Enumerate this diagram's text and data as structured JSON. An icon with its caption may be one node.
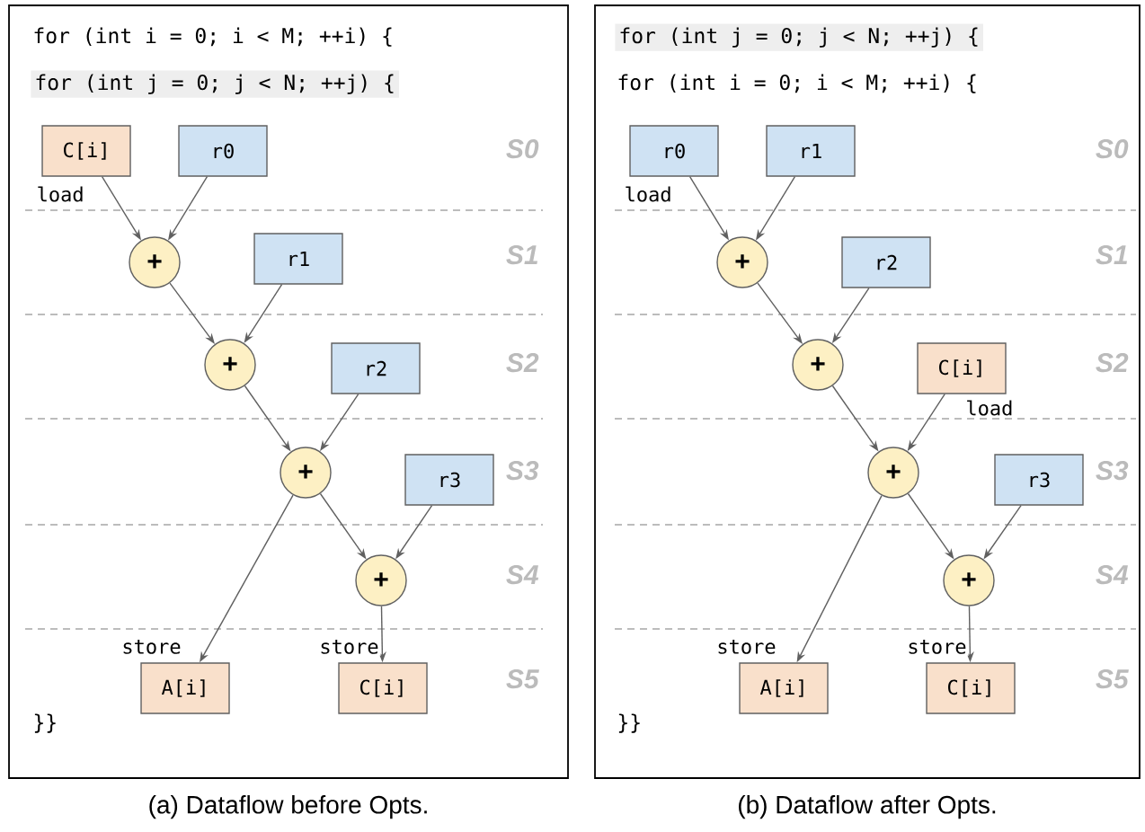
{
  "diagram": {
    "nodes": [
      {
        "text": [],
        "shape": "box",
        "beside": [
          "(a) Dataflow before Opts."
        ]
      },
      {
        "text": [
          "C[i]"
        ],
        "in": 0
      },
      {
        "text": [
          "r0"
        ],
        "in": 0
      },
      {
        "text": [
          "+"
        ],
        "in": 0
      },
      {
        "text": [
          "r1"
        ],
        "in": 0
      },
      {
        "text": [
          "+"
        ],
        "in": 0
      },
      {
        "text": [
          "r2"
        ],
        "in": 0
      },
      {
        "text": [
          "+"
        ],
        "in": 0
      },
      {
        "text": [
          "r3"
        ],
        "in": 0
      },
      {
        "text": [
          "+"
        ],
        "in": 0
      },
      {
        "text": [
          "A[i]"
        ],
        "in": 0
      },
      {
        "text": [
          "C[i]"
        ],
        "in": 0
      },
      {
        "text": [],
        "shape": "box",
        "beside": [
          "(b) Dataflow after Opts."
        ]
      },
      {
        "text": [
          "r0"
        ],
        "in": 12
      },
      {
        "text": [
          "r1"
        ],
        "in": 12
      },
      {
        "text": [
          "+"
        ],
        "in": 12
      },
      {
        "text": [
          "r2"
        ],
        "in": 12
      },
      {
        "text": [
          "+"
        ],
        "in": 12
      },
      {
        "text": [
          "C[i]"
        ],
        "in": 12
      },
      {
        "text": [
          "+"
        ],
        "in": 12
      },
      {
        "text": [
          "r3"
        ],
        "in": 12
      },
      {
        "text": [
          "+"
        ],
        "in": 12
      },
      {
        "text": [
          "A[i]"
        ],
        "in": 12
      },
      {
        "text": [
          "C[i]"
        ],
        "in": 12
      }
    ],
    "edges": [
      {
        "from": 1,
        "to": 3,
        "arrow": "to",
        "label": "load"
      },
      {
        "from": 2,
        "to": 3,
        "arrow": "to"
      },
      {
        "from": 3,
        "to": 5,
        "arrow": "to"
      },
      {
        "from": 4,
        "to": 5,
        "arrow": "to"
      },
      {
        "from": 5,
        "to": 7,
        "arrow": "to"
      },
      {
        "from": 6,
        "to": 7,
        "arrow": "to"
      },
      {
        "from": 7,
        "to": 9,
        "arrow": "to"
      },
      {
        "from": 8,
        "to": 9,
        "arrow": "to"
      },
      {
        "from": 7,
        "to": 10,
        "arrow": "to",
        "label": "store"
      },
      {
        "from": 9,
        "to": 11,
        "arrow": "to",
        "label": "store"
      },
      {
        "from": 13,
        "to": 15,
        "arrow": "to",
        "label": "load"
      },
      {
        "from": 14,
        "to": 15,
        "arrow": "to"
      },
      {
        "from": 15,
        "to": 17,
        "arrow": "to"
      },
      {
        "from": 16,
        "to": 17,
        "arrow": "to"
      },
      {
        "from": 17,
        "to": 19,
        "arrow": "to"
      },
      {
        "from": 18,
        "to": 19,
        "arrow": "to",
        "label": "load"
      },
      {
        "from": 19,
        "to": 21,
        "arrow": "to"
      },
      {
        "from": 20,
        "to": 21,
        "arrow": "to"
      },
      {
        "from": 19,
        "to": 22,
        "arrow": "to",
        "label": "store"
      },
      {
        "from": 21,
        "to": 23,
        "arrow": "to",
        "label": "store"
      }
    ],
    "labels": [
      "for (int i = 0; i < M; ++i) {",
      "for (int j = 0; j < N; ++j) {",
      "S0",
      "S1",
      "S2",
      "S3",
      "S4",
      "S5",
      "}}",
      "for (int j = 0; j < N; ++j) {",
      "for (int i = 0; i < M; ++i) {",
      "S0",
      "S1",
      "S2",
      "S3",
      "S4",
      "S5",
      "}}"
    ]
  }
}
